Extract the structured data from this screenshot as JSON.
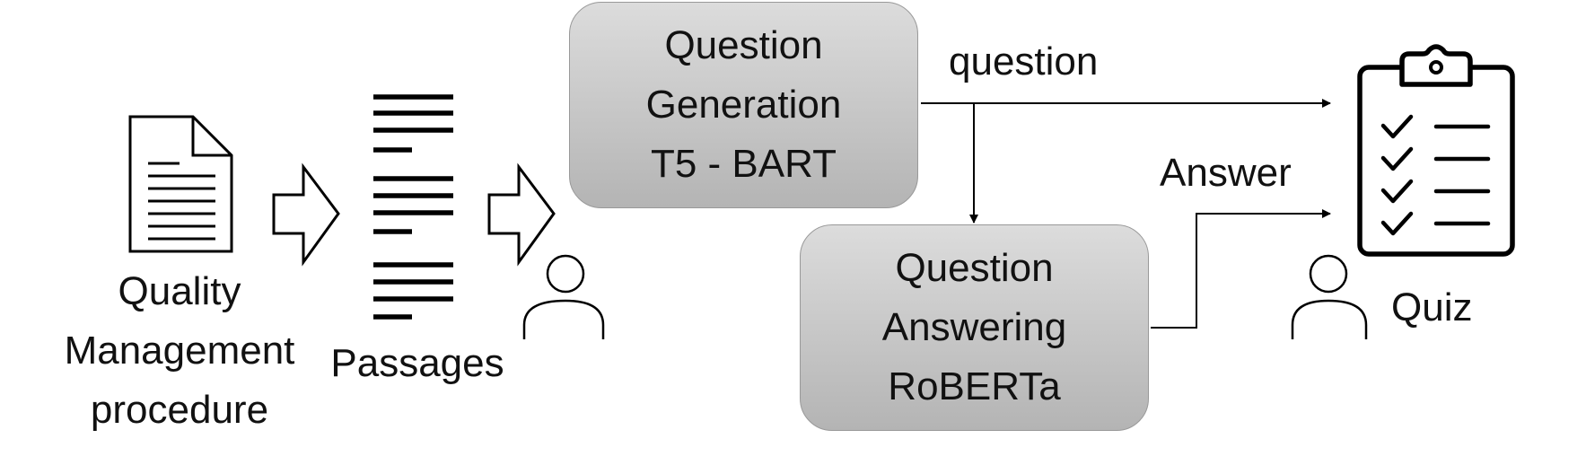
{
  "diagram": {
    "source_doc": {
      "line1": "Quality",
      "line2": "Management",
      "line3": "procedure",
      "icon": "document-icon"
    },
    "passages": {
      "label": "Passages",
      "icon": "text-lines-icon"
    },
    "qg_box": {
      "line1": "Question",
      "line2": "Generation",
      "line3": "T5 - BART"
    },
    "qa_box": {
      "line1": "Question",
      "line2": "Answering",
      "line3": "RoBERTa"
    },
    "edge_question": "question",
    "edge_answer": "Answer",
    "quiz": {
      "label": "Quiz",
      "icon": "clipboard-checklist-icon"
    },
    "person_icon": "person-icon"
  }
}
